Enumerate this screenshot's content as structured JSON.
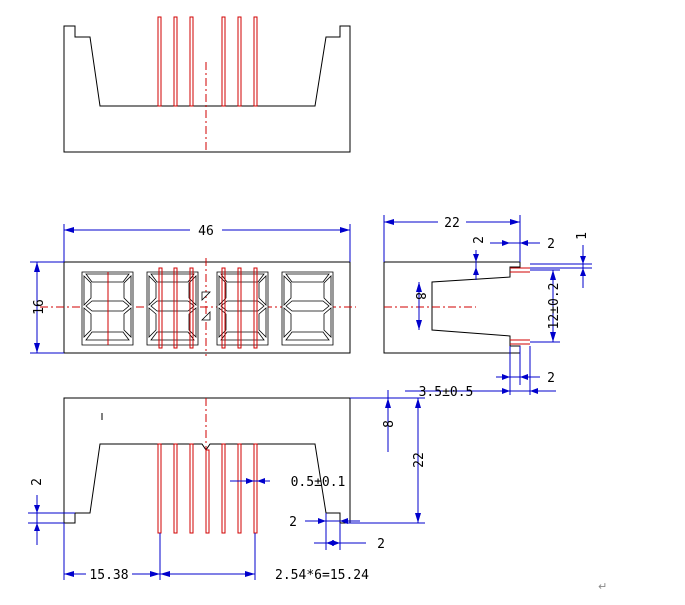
{
  "dimensions": {
    "width_46": "46",
    "height_16": "16",
    "side_22": "22",
    "side_2a": "2",
    "side_2b": "2",
    "side_1": "1",
    "side_8": "8",
    "side_12": "12±0.2",
    "side_35": "3.5±0.5",
    "side_2c": "2",
    "front_8": "8",
    "front_22": "22",
    "front_2_left": "2",
    "pin_05": "0.5±0.1",
    "front_2_bottom_a": "2",
    "front_2_bottom_b": "2",
    "pitch_1538": "15.38",
    "pitch_1524": "2.54*6=15.24"
  },
  "colors": {
    "outline": "#000000",
    "pin": "#d00000",
    "dimension": "#0000cc"
  },
  "return_mark": "↵"
}
